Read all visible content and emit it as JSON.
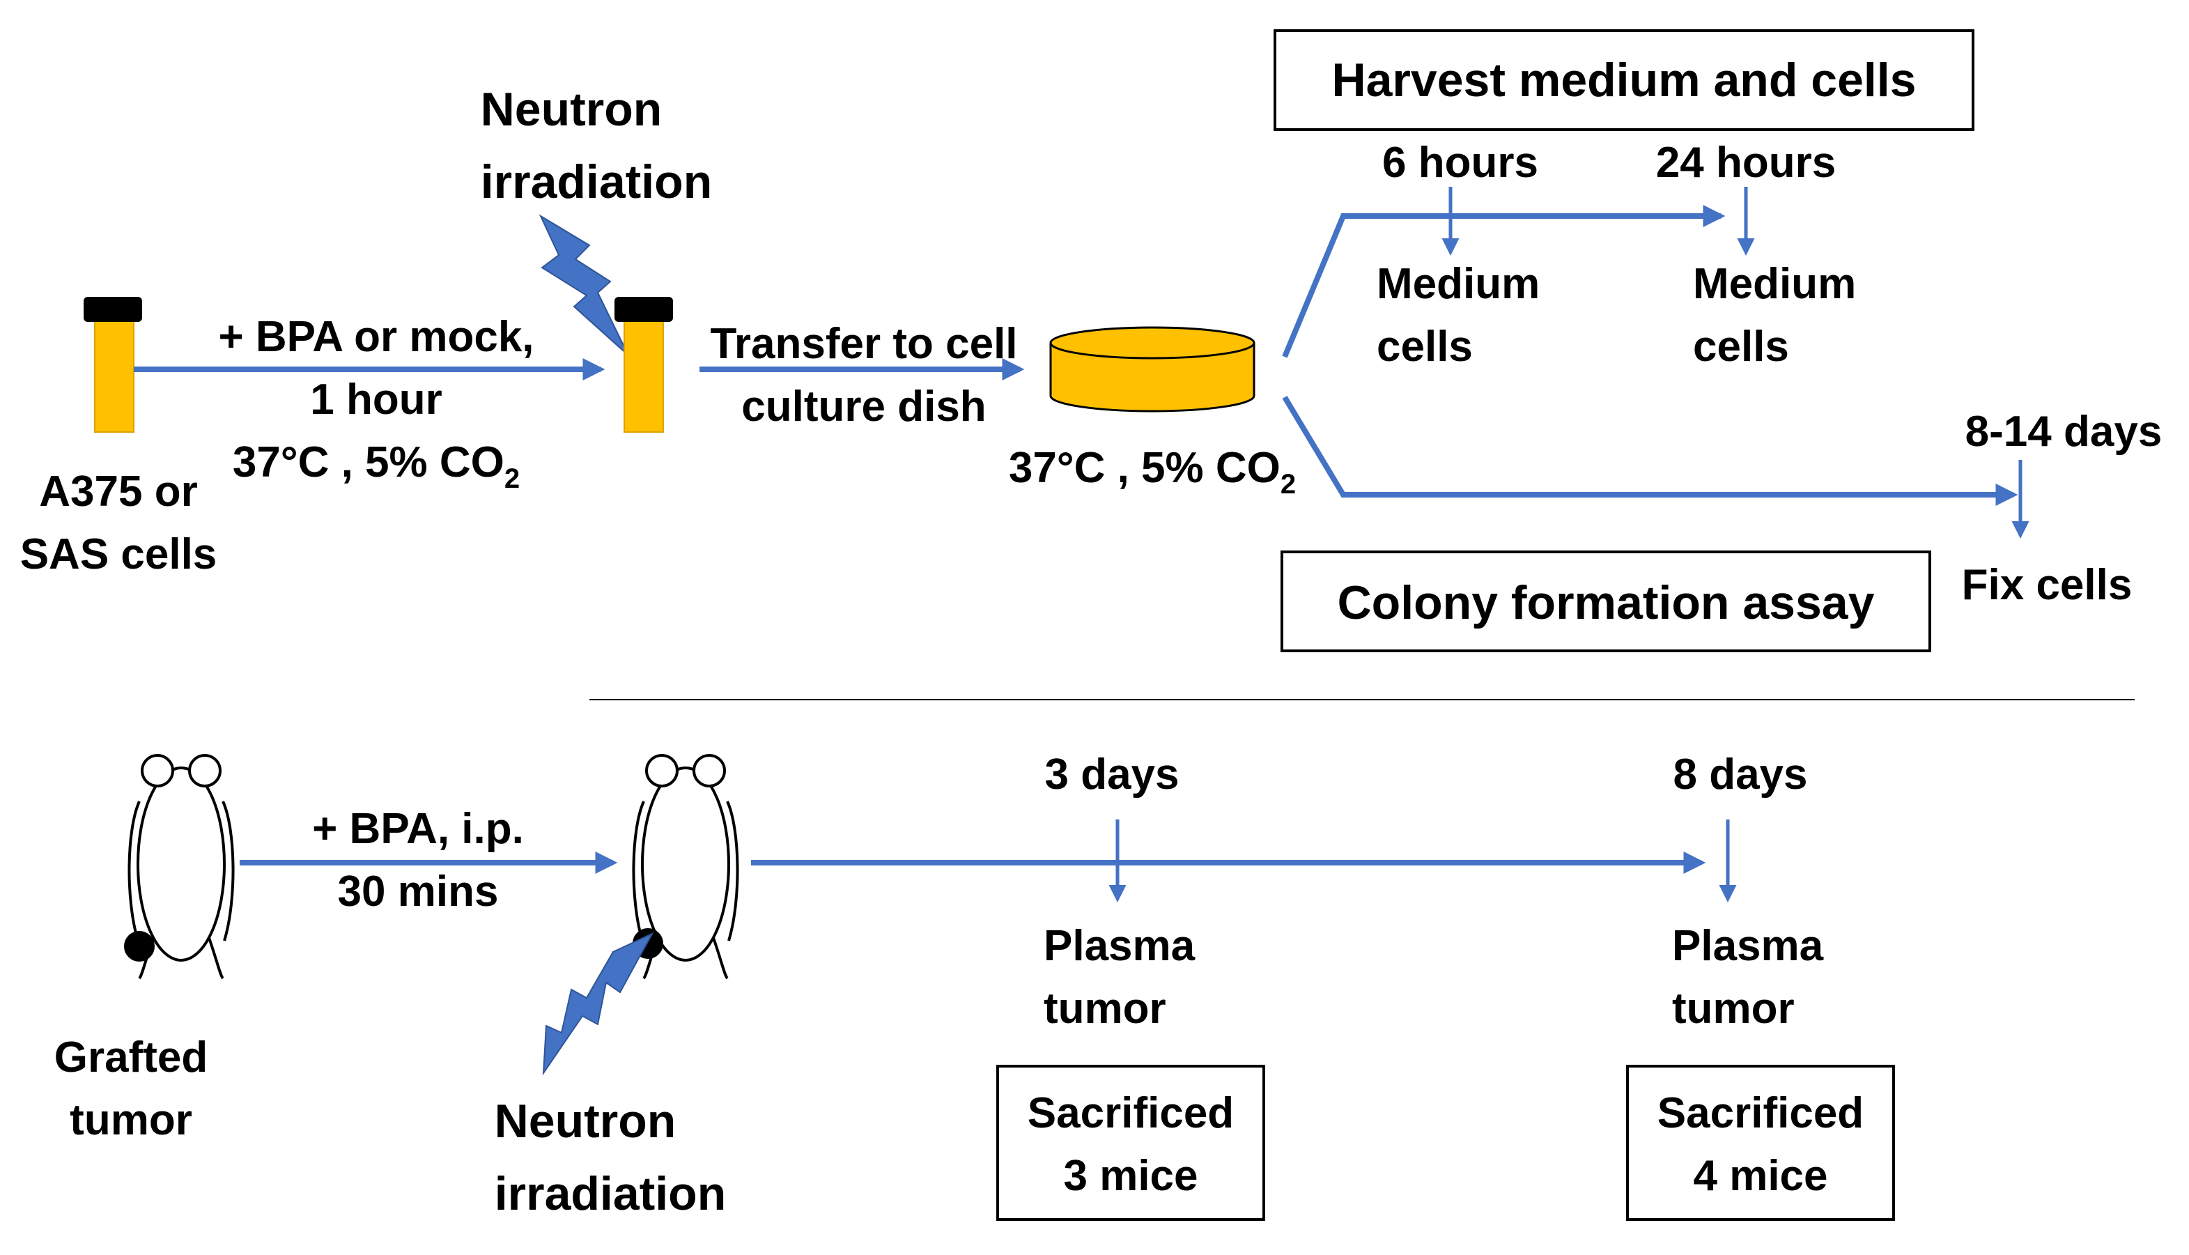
{
  "colors": {
    "arrow": "#4472c4",
    "tube_body": "#ffc000",
    "tube_cap": "#000000",
    "lightning": "#4472c4",
    "dish": "#ffc000",
    "divider": "#000000"
  },
  "icons": [
    "tube-icon",
    "lightning-icon",
    "dish-icon",
    "mouse-icon",
    "tumor-icon"
  ],
  "in_vitro": {
    "neutron_irradiation": [
      "Neutron",
      "irradiation"
    ],
    "cells_label": [
      "A375 or",
      "SAS cells"
    ],
    "treatment": [
      "+ BPA or mock,",
      "1 hour"
    ],
    "incubation_1": "37°C , 5% CO",
    "incubation_1_sub": "2",
    "transfer": [
      "Transfer to cell",
      "culture dish"
    ],
    "incubation_2": "37°C , 5% CO",
    "incubation_2_sub": "2",
    "harvest_box": "Harvest medium and cells",
    "timepoint_1": "6 hours",
    "timepoint_2": "24 hours",
    "sample_1": [
      "Medium",
      "cells"
    ],
    "sample_2": [
      "Medium",
      "cells"
    ],
    "colony_time": "8-14 days",
    "colony_box": "Colony formation assay",
    "colony_result": "Fix cells"
  },
  "in_vivo": {
    "grafted_label": [
      "Grafted",
      "tumor"
    ],
    "treatment": [
      "+ BPA, i.p.",
      "30 mins"
    ],
    "neutron_irradiation": [
      "Neutron",
      "irradiation"
    ],
    "timepoint_1": "3 days",
    "timepoint_2": "8 days",
    "sample_1": [
      "Plasma",
      "tumor"
    ],
    "sample_2": [
      "Plasma",
      "tumor"
    ],
    "sacrifice_1": [
      "Sacrificed",
      "3 mice"
    ],
    "sacrifice_2": [
      "Sacrificed",
      "4 mice"
    ]
  }
}
